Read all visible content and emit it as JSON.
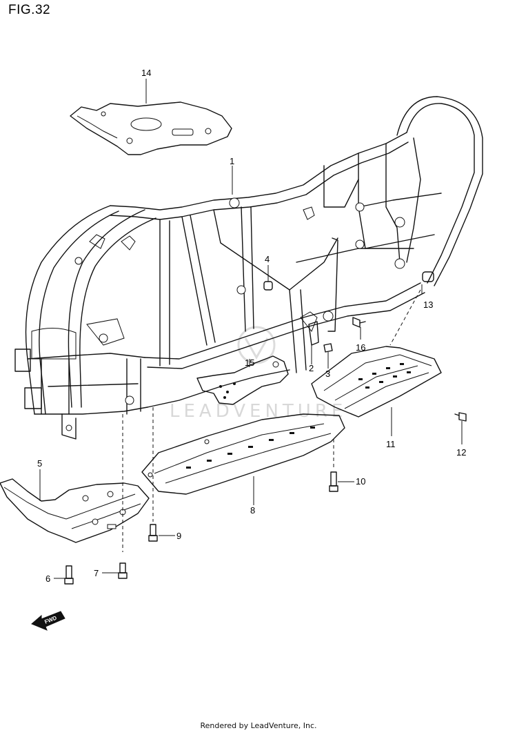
{
  "figure": {
    "title": "FIG.32"
  },
  "watermark": {
    "text": "LEADVENTURE"
  },
  "footer": {
    "text": "Rendered by LeadVenture, Inc."
  },
  "arrow": {
    "label": "FWD"
  },
  "callouts": [
    {
      "num": "1"
    },
    {
      "num": "2"
    },
    {
      "num": "3"
    },
    {
      "num": "4"
    },
    {
      "num": "5"
    },
    {
      "num": "6"
    },
    {
      "num": "7"
    },
    {
      "num": "8"
    },
    {
      "num": "9"
    },
    {
      "num": "10"
    },
    {
      "num": "11"
    },
    {
      "num": "12"
    },
    {
      "num": "13"
    },
    {
      "num": "14"
    },
    {
      "num": "15"
    },
    {
      "num": "16"
    }
  ]
}
